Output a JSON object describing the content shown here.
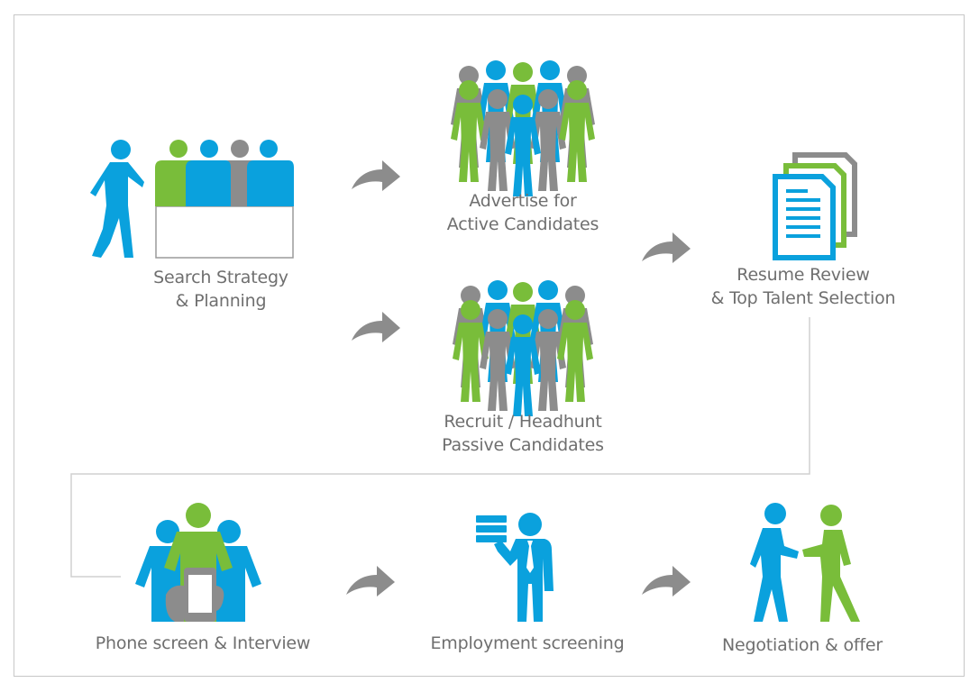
{
  "colors": {
    "blue": "#0aa1dd",
    "green": "#79bd3a",
    "gray": "#8c8c8c",
    "text": "#6f6f6f",
    "connector": "#d0d0d0"
  },
  "steps": {
    "search": {
      "line1": "Search Strategy",
      "line2": "& Planning",
      "icon": "planning-team-icon"
    },
    "advertise": {
      "line1": "Advertise for",
      "line2": "Active Candidates",
      "icon": "crowd-icon"
    },
    "recruit": {
      "line1": "Recruit / Headhunt",
      "line2": "Passive Candidates",
      "icon": "crowd-icon"
    },
    "resume": {
      "line1": "Resume Review",
      "line2": "& Top Talent Selection",
      "icon": "documents-icon"
    },
    "phone": {
      "line1": "Phone screen & Interview",
      "icon": "phone-interview-icon"
    },
    "screening": {
      "line1": "Employment screening",
      "icon": "businessman-icon"
    },
    "negotiation": {
      "line1": "Negotiation & offer",
      "icon": "handshake-icon"
    }
  }
}
